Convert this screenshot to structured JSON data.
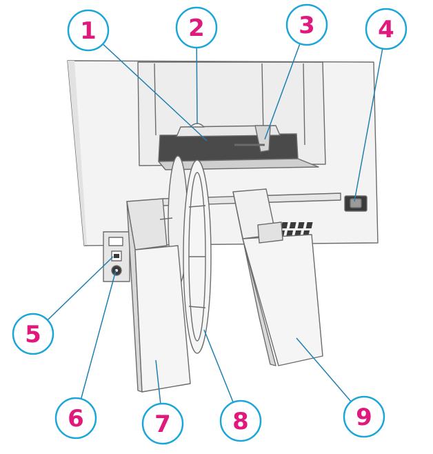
{
  "colors": {
    "callout_ring": "#1aa6d9",
    "callout_number": "#e0197d",
    "leader_line": "#1f7fb0",
    "outline": "#6b6b6b",
    "body_fill": "#f3f3f3",
    "shadow_fill": "#d9d9d9",
    "slot_fill": "#4a4a4a"
  },
  "callouts": [
    {
      "label": "1"
    },
    {
      "label": "2"
    },
    {
      "label": "3"
    },
    {
      "label": "4"
    },
    {
      "label": "5"
    },
    {
      "label": "6"
    },
    {
      "label": "7"
    },
    {
      "label": "8"
    },
    {
      "label": "9"
    }
  ]
}
